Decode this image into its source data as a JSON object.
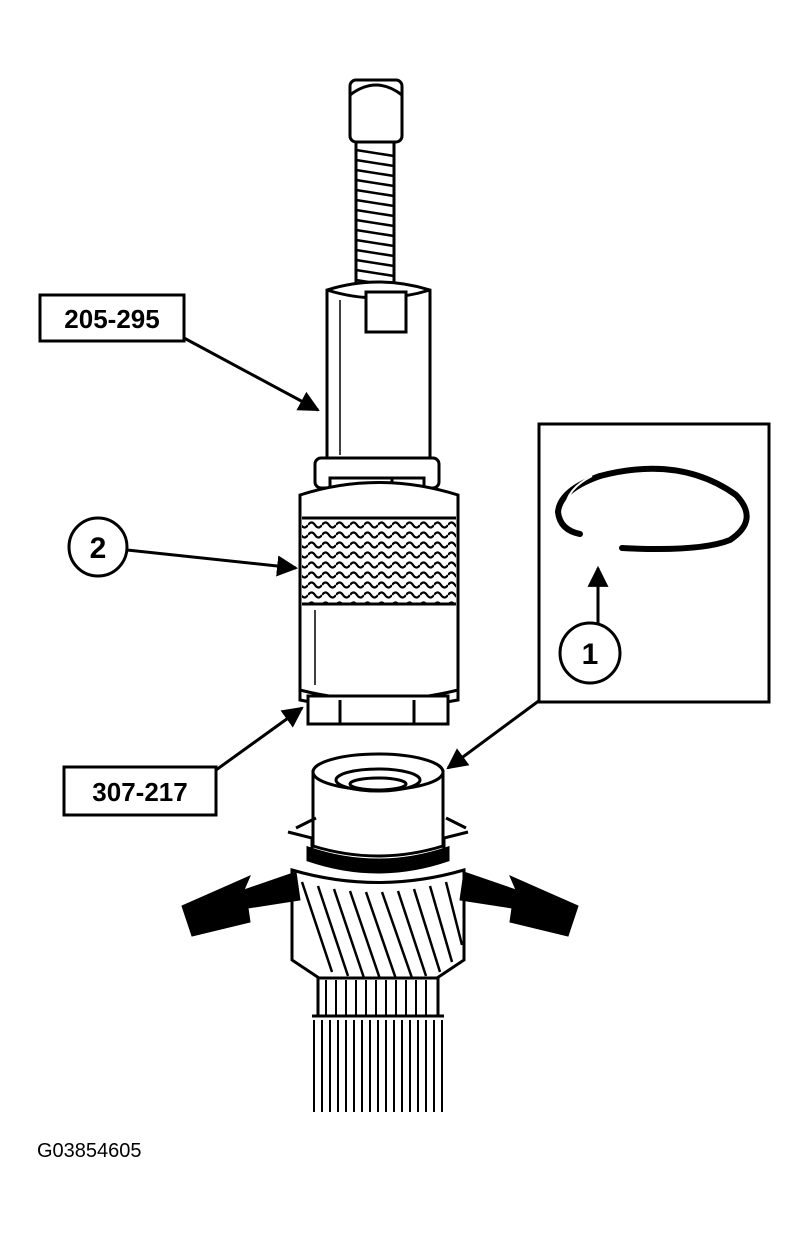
{
  "labels": {
    "tool_upper": "205-295",
    "tool_lower": "307-217",
    "callout_1": "1",
    "callout_2": "2"
  },
  "figure_id": "G03854605",
  "colors": {
    "ink": "#000000",
    "paper": "#ffffff"
  },
  "icons": [
    "snap-ring-icon",
    "push-arrow-icon",
    "pointer-arrow-icon"
  ]
}
